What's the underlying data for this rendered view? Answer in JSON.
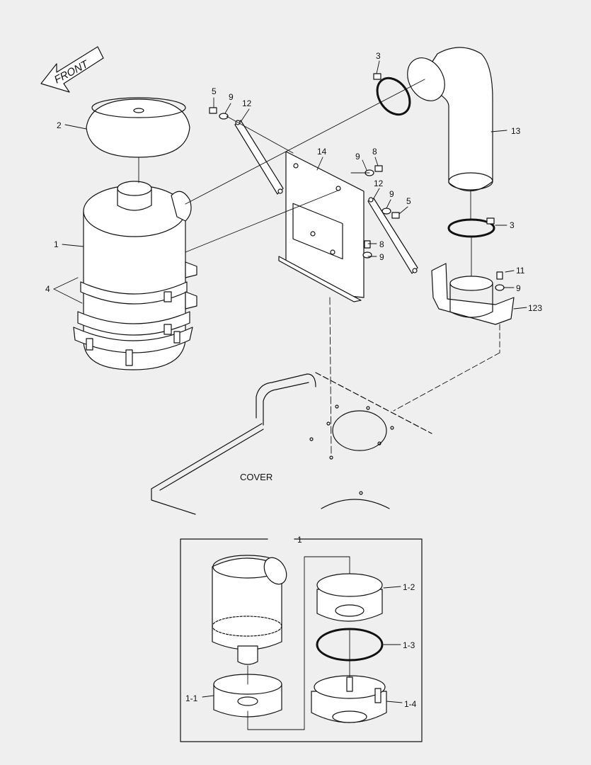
{
  "direction_label": "FRONT",
  "region_label": "COVER",
  "callouts": {
    "c1": "1",
    "c2": "2",
    "c3a": "3",
    "c3b": "3",
    "c4": "4",
    "c5a": "5",
    "c5b": "5",
    "c8a": "8",
    "c8b": "8",
    "c9a": "9",
    "c9b": "9",
    "c9c": "9",
    "c9d": "9",
    "c9e": "9",
    "c11": "11",
    "c12a": "12",
    "c12b": "12",
    "c13": "13",
    "c14": "14",
    "c123": "123"
  },
  "inset": {
    "title": "1",
    "labels": {
      "p11": "1-1",
      "p12": "1-2",
      "p13": "1-3",
      "p14": "1-4"
    }
  },
  "colors": {
    "background": "#efefef",
    "line": "#111111",
    "fill": "#ffffff"
  }
}
